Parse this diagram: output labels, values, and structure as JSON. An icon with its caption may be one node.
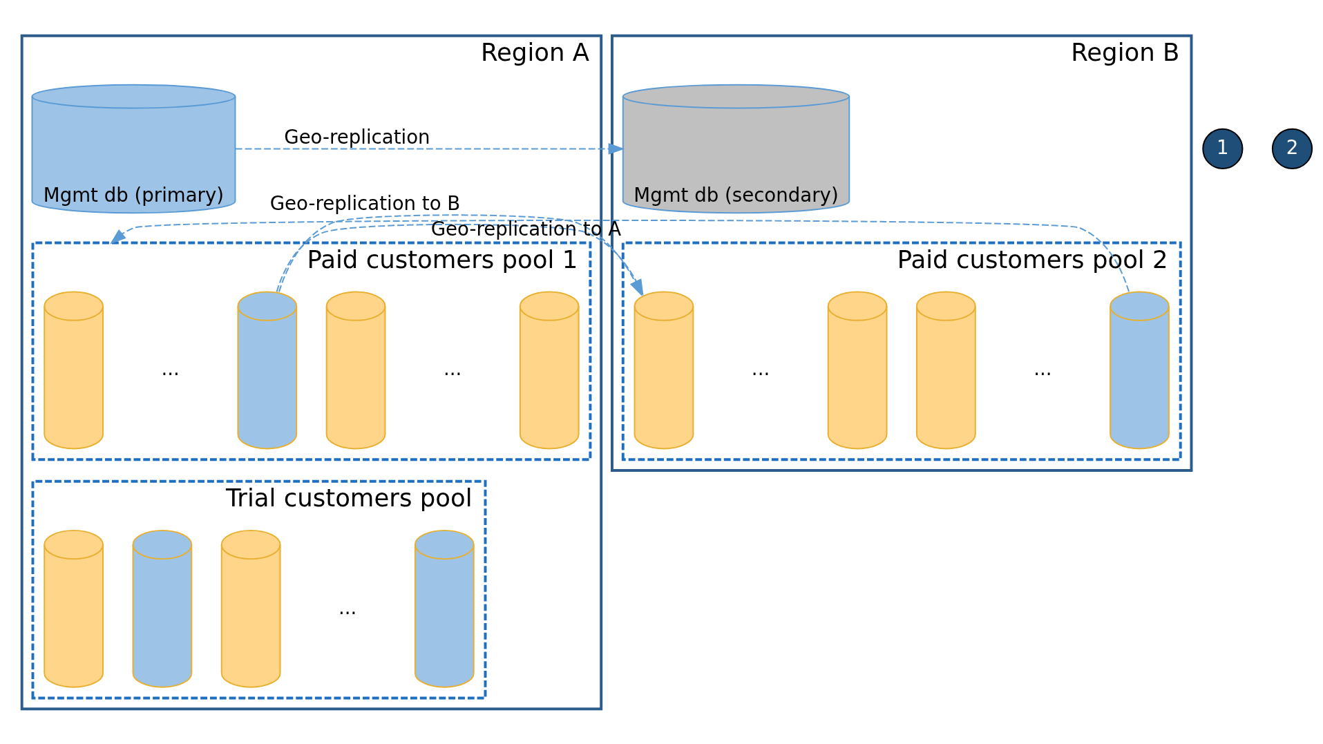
{
  "diagram": {
    "nodes": [
      {
        "text": [
          "Region A"
        ]
      },
      {
        "text": [
          "Mgmt db (primary)"
        ],
        "in": 0
      },
      {
        "text": [
          "Paid customers pool 1"
        ],
        "in": 0
      },
      {
        "text": [],
        "shape": "cylinder",
        "in": 2
      },
      {
        "text": [],
        "shape": "cylinder",
        "in": 2
      },
      {
        "text": [],
        "shape": "cylinder",
        "in": 2
      },
      {
        "text": [],
        "shape": "cylinder",
        "in": 2
      },
      {
        "text": [
          "Trial customers pool"
        ],
        "in": 0
      },
      {
        "text": [],
        "shape": "cylinder",
        "in": 7
      },
      {
        "text": [],
        "shape": "cylinder",
        "in": 7
      },
      {
        "text": [],
        "shape": "cylinder",
        "in": 7
      },
      {
        "text": [],
        "shape": "cylinder",
        "in": 7
      },
      {
        "text": [
          "Region B"
        ]
      },
      {
        "text": [
          "Mgmt db (secondary)"
        ],
        "in": 12
      },
      {
        "text": [
          "Paid customers pool 2"
        ],
        "in": 12
      },
      {
        "text": [],
        "shape": "cylinder",
        "in": 14
      },
      {
        "text": [],
        "shape": "cylinder",
        "in": 14
      },
      {
        "text": [],
        "shape": "cylinder",
        "in": 14
      },
      {
        "text": [],
        "shape": "cylinder",
        "in": 14
      }
    ],
    "edges": [
      {
        "from": 1,
        "to": 13,
        "arrow": "to",
        "label": "Geo-replication",
        "style": "dashed"
      },
      {
        "from": 4,
        "to": 14,
        "arrow": "to",
        "label": "Geo-replication to B",
        "style": "dashed"
      },
      {
        "from": 18,
        "to": 2,
        "arrow": "to",
        "label": "Geo-replication to A",
        "style": "dashed"
      }
    ],
    "labels": [
      "1",
      "2",
      "...",
      "...",
      "...",
      "...",
      "..."
    ]
  }
}
